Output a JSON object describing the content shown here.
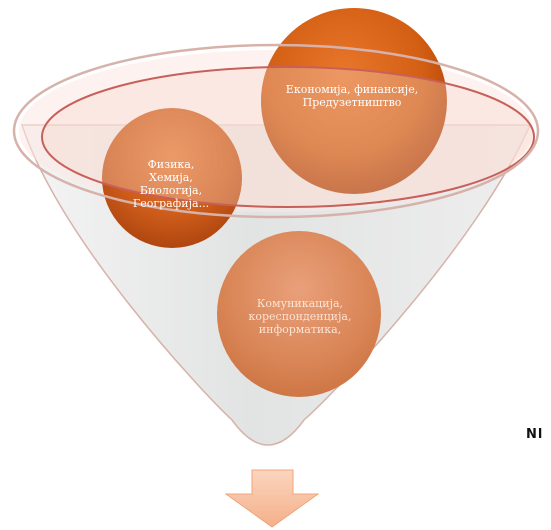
{
  "diagram": {
    "type": "funnel",
    "bubbles": [
      {
        "id": "top",
        "text": "Економија, финансије,\nПредузетништво"
      },
      {
        "id": "left",
        "text": "Физика,\nХемија,\nБиологија,\nГеографија..."
      },
      {
        "id": "bottom",
        "text": "Комуникација,\nкореспонденција,\nинформатика,"
      }
    ],
    "edge_text": "Nl"
  },
  "colors": {
    "funnel_fill": "#e3e4e4",
    "funnel_rim": "#d7b2aa",
    "ring_stroke": "#c8605a",
    "bubble_dark": "#c04b0c",
    "bubble_mid": "#e3782a",
    "bubble_pale": "#d9906a",
    "arrow": "#f6c1a2"
  }
}
